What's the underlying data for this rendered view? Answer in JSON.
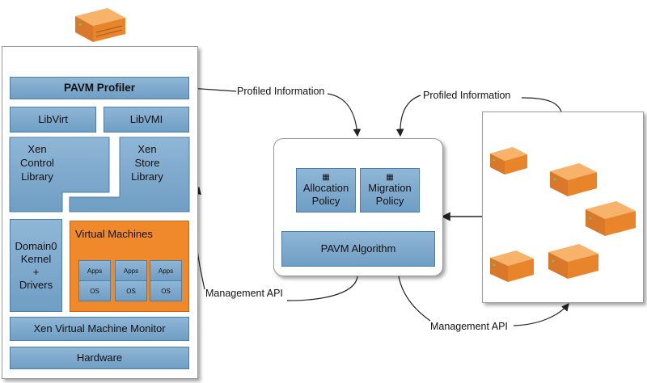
{
  "left_stack": {
    "profiler": "PAVM Profiler",
    "libvirt": "LibVirt",
    "libvmi": "LibVMI",
    "xen_control": "Xen\nControl\nLibrary",
    "xen_store": "Xen\nStore\nLibrary",
    "domain0": "Domain0\nKernel\n+\nDrivers",
    "vms_title": "Virtual Machines",
    "vm_apps": "Apps",
    "vm_os": "OS",
    "vmm": "Xen Virtual Machine Monitor",
    "hardware": "Hardware"
  },
  "center": {
    "allocation": "Allocation\nPolicy",
    "migration": "Migration\nPolicy",
    "algorithm": "PAVM Algorithm"
  },
  "labels": {
    "profiled_left": "Profiled Information",
    "profiled_right": "Profiled Information",
    "mgmt_left": "Management API",
    "mgmt_right": "Management API"
  },
  "colors": {
    "box_blue": "#7ea9cd",
    "vm_orange": "#f0892a",
    "server_orange": "#e8852b"
  }
}
